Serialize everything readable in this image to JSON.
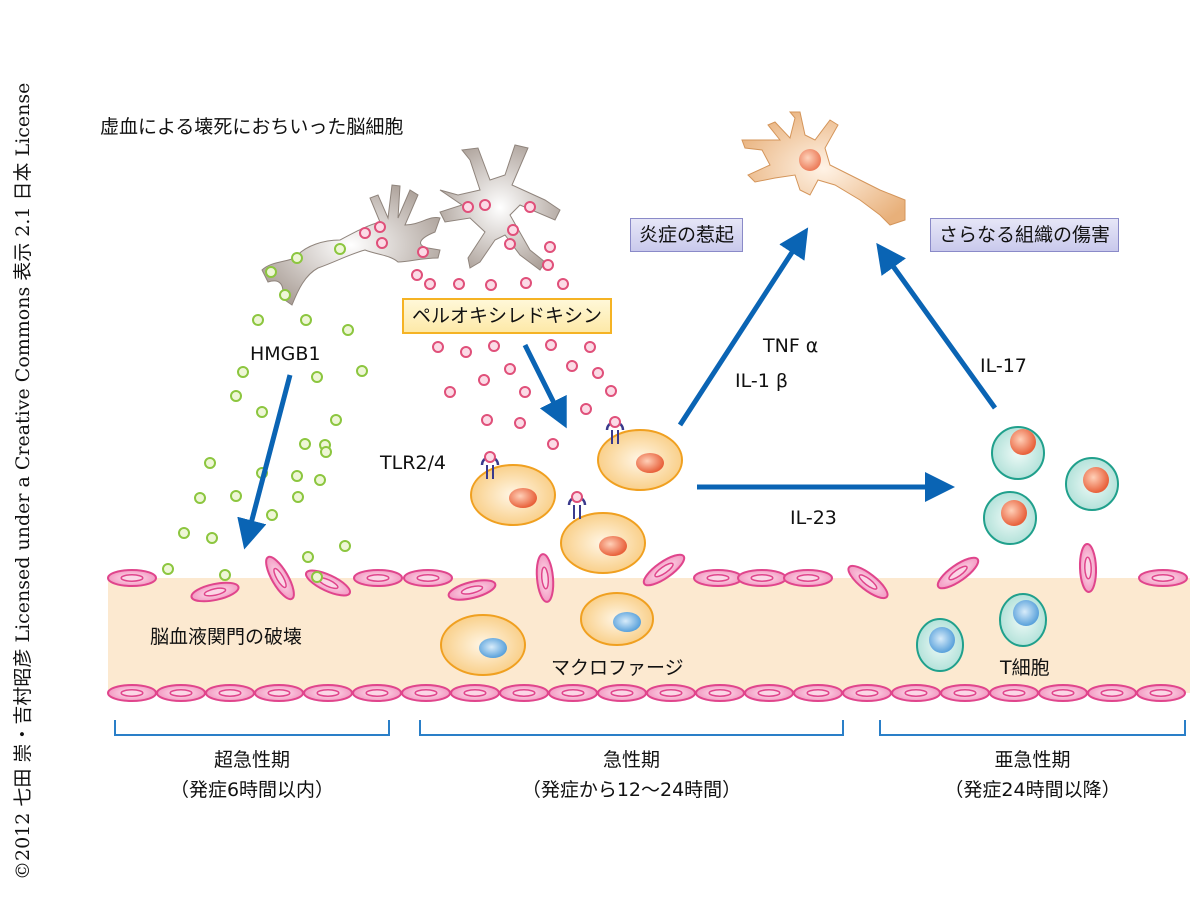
{
  "credit": "©2012 七田 崇・吉村昭彦 Licensed under a Creative Commons 表示 2.1 日本 License",
  "labels": {
    "dead_cells": "虚血による壊死におちいった脳細胞",
    "hmgb1": "HMGB1",
    "peroxiredoxin": "ペルオキシレドキシン",
    "tlr": "TLR2/4",
    "tnf": "TNF α",
    "il1": "IL-1 β",
    "il17": "IL-17",
    "il23": "IL-23",
    "inflammation": "炎症の惹起",
    "tissue_damage": "さらなる組織の傷害",
    "bbb": "脳血液関門の破壊",
    "macrophage": "マクロファージ",
    "tcell": "T細胞"
  },
  "phases": [
    {
      "name": "超急性期",
      "time": "（発症6時間以内）"
    },
    {
      "name": "急性期",
      "time": "（発症から12〜24時間）"
    },
    {
      "name": "亜急性期",
      "time": "（発症24時間以降）"
    }
  ],
  "colors": {
    "arrow": "#0a64b4",
    "vessel": "#fce9d0",
    "rbc": "#e0458c",
    "hmgb1_dot": "#8cc63f",
    "prx_dot": "#e0507a",
    "macrophage": "#f5a623",
    "tcell": "#20a08c",
    "neuron_dead": "#9a8e88",
    "neuron": "#e8b07a"
  }
}
